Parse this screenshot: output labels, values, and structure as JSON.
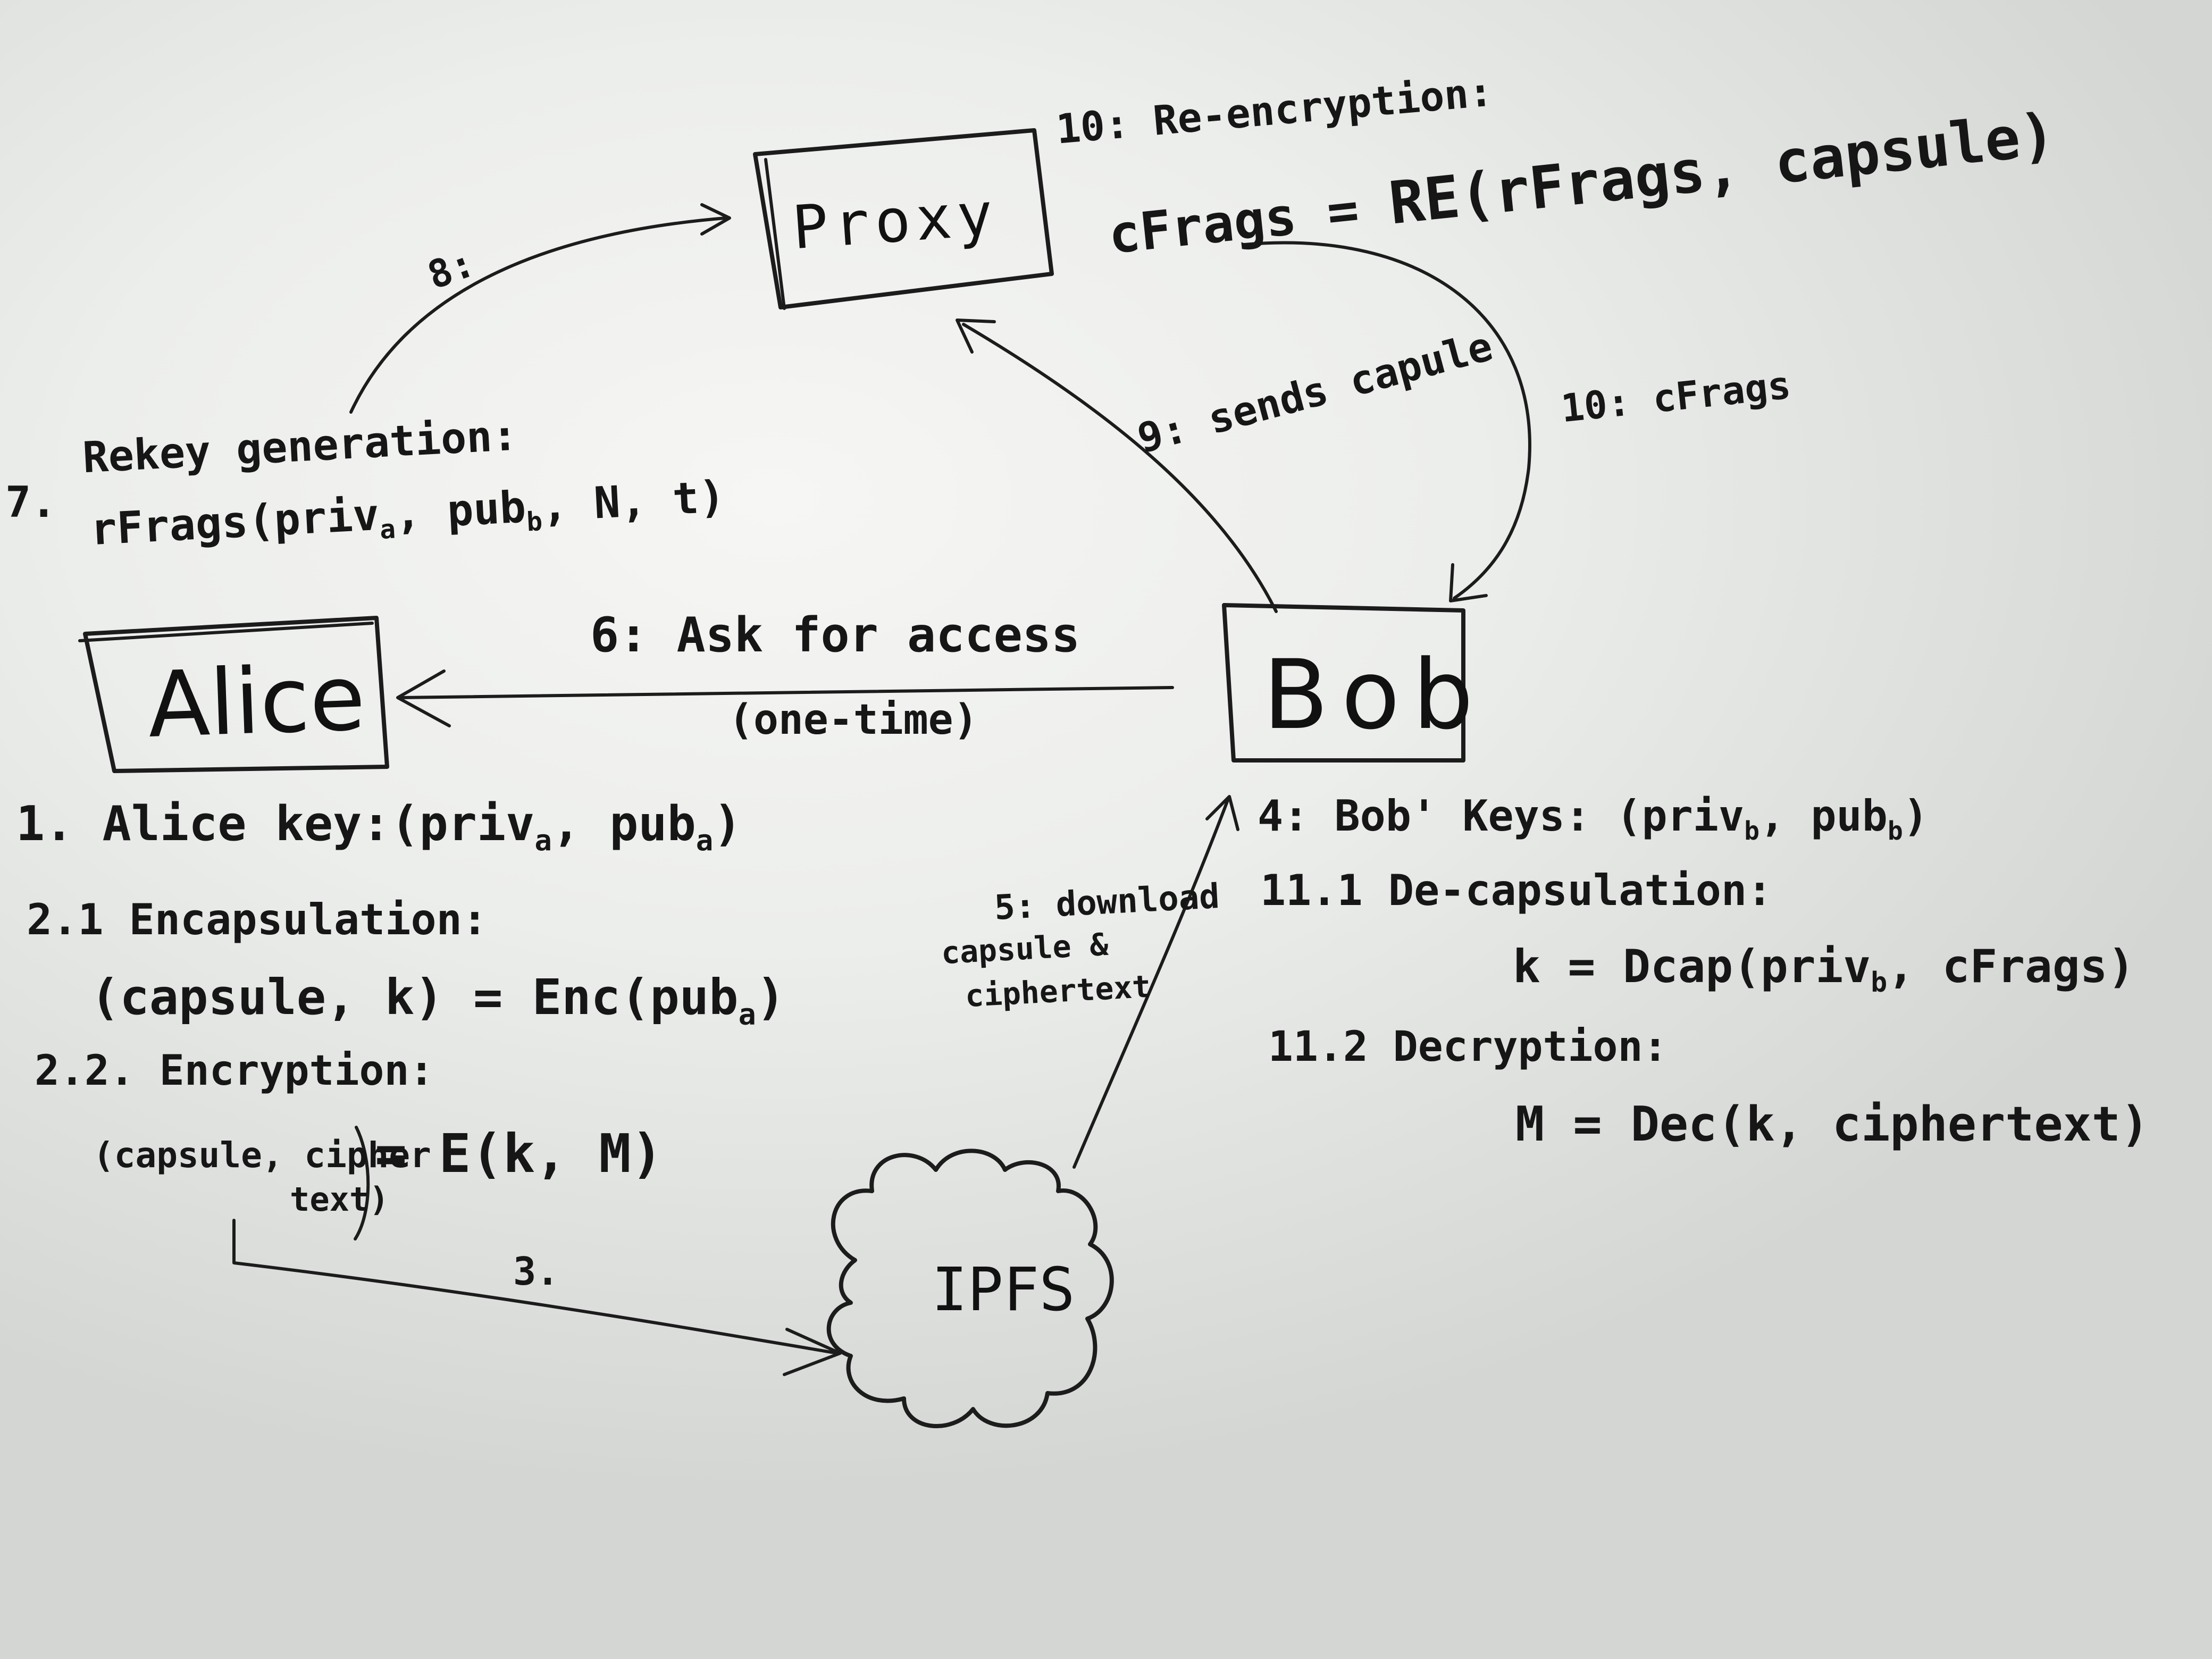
{
  "diagram": {
    "nodes": {
      "proxy": "Proxy",
      "alice": "Alice",
      "bob": "Bob",
      "ipfs": "IPFS"
    },
    "edges": {
      "rekey_to_proxy": "8:",
      "bob_to_proxy": "9: sends capule",
      "proxy_to_bob": "10: cFrags",
      "bob_to_alice_top": "6: Ask for access",
      "bob_to_alice_bottom": "(one-time)",
      "ipfs_to_bob_1": "5: download",
      "ipfs_to_bob_2": "capsule &",
      "ipfs_to_bob_3": "ciphertext",
      "alice_to_ipfs": "3."
    },
    "notes": {
      "reencryption_title": "10: Re-encryption:",
      "reencryption_lhs": "cFrags = ",
      "reencryption_rhs": "RE(rFrags, capsule)",
      "rekey_title": "Rekey generation:",
      "rekey_number": "7.",
      "rekey_a": "rFrags(priv",
      "rekey_a_sub": "a",
      "rekey_b": ", pub",
      "rekey_b_sub": "b",
      "rekey_c": ", N, t)",
      "alice_key_a": "1.  Alice key:(priv",
      "alice_key_a_sub": "a",
      "alice_key_b": ", pub",
      "alice_key_b_sub": "a",
      "alice_key_c": ")",
      "encap_title": "2.1 Encapsulation:",
      "encap_formula": "(capsule, k) = Enc(pub",
      "encap_formula_sub": "a",
      "encap_formula_end": ")",
      "encrypt_title": "2.2. Encryption:",
      "encrypt_left": "(capsule, cipher",
      "encrypt_left2": "text)",
      "encrypt_right": "= E(k, M)",
      "bob_keys_a": "4:  Bob' Keys: (priv",
      "bob_keys_a_sub": "b",
      "bob_keys_b": ", pub",
      "bob_keys_b_sub": "b",
      "bob_keys_c": ")",
      "decap_title": "11.1  De-capsulation:",
      "decap_formula": "k    = Dcap(priv",
      "decap_formula_sub": "b",
      "decap_formula_end": ", cFrags)",
      "decrypt_title": "11.2  Decryption:",
      "decrypt_formula": "M = Dec(k, ciphertext)"
    }
  }
}
